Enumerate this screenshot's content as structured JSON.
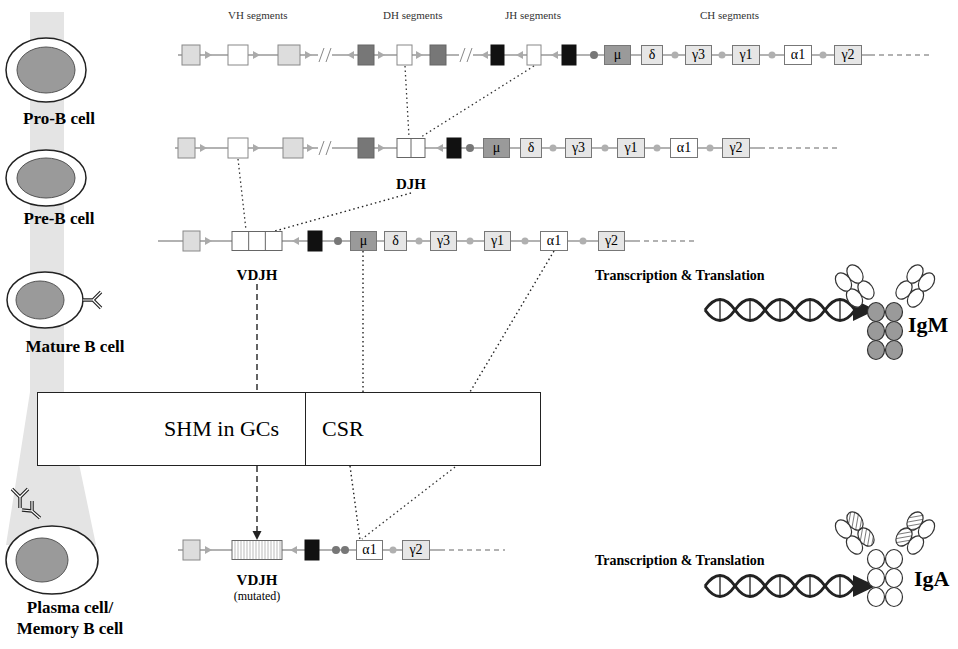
{
  "diagram": {
    "nodes": [
      {
        "text": [
          "Pro-B cell"
        ]
      },
      {
        "text": [
          "Pre-B cell"
        ]
      },
      {
        "text": [
          "Mature B cell"
        ]
      },
      {
        "text": [
          "Plasma cell/ Memory B cell"
        ]
      },
      {
        "text": [
          "μ"
        ]
      },
      {
        "text": [
          "δ"
        ]
      },
      {
        "text": [
          "γ3"
        ]
      },
      {
        "text": [
          "γ1"
        ]
      },
      {
        "text": [
          "α1"
        ]
      },
      {
        "text": [
          "γ2"
        ]
      },
      {
        "text": [
          "DJH"
        ]
      },
      {
        "text": [
          "μ"
        ]
      },
      {
        "text": [
          "δ"
        ]
      },
      {
        "text": [
          "γ3"
        ]
      },
      {
        "text": [
          "γ1"
        ]
      },
      {
        "text": [
          "α1"
        ]
      },
      {
        "text": [
          "γ2"
        ]
      },
      {
        "text": [
          "VDJH"
        ]
      },
      {
        "text": [
          "μ"
        ]
      },
      {
        "text": [
          "δ"
        ]
      },
      {
        "text": [
          "γ3"
        ]
      },
      {
        "text": [
          "γ1"
        ]
      },
      {
        "text": [
          "α1"
        ]
      },
      {
        "text": [
          "γ2"
        ]
      },
      {
        "text": [
          "SHM in GCs"
        ]
      },
      {
        "text": [
          "CSR"
        ]
      },
      {
        "text": [
          "VDJH",
          "(mutated)"
        ]
      },
      {
        "text": [
          "α1"
        ]
      },
      {
        "text": [
          "γ2"
        ]
      }
    ],
    "edges": [
      {
        "from": 10,
        "to": 17,
        "arrow": "none"
      },
      {
        "from": 17,
        "to": 24,
        "arrow": "none"
      },
      {
        "from": 24,
        "to": 26,
        "arrow": "to"
      },
      {
        "from": 18,
        "to": 25,
        "arrow": "none"
      },
      {
        "from": 22,
        "to": 25,
        "arrow": "none"
      },
      {
        "from": 25,
        "to": 27,
        "arrow": "none"
      }
    ],
    "labels": [
      "VH segments",
      "DH segments",
      "JH segments",
      "CH segments",
      "Transcription & Translation",
      "IgM",
      "Transcription & Translation",
      "IgA"
    ]
  }
}
